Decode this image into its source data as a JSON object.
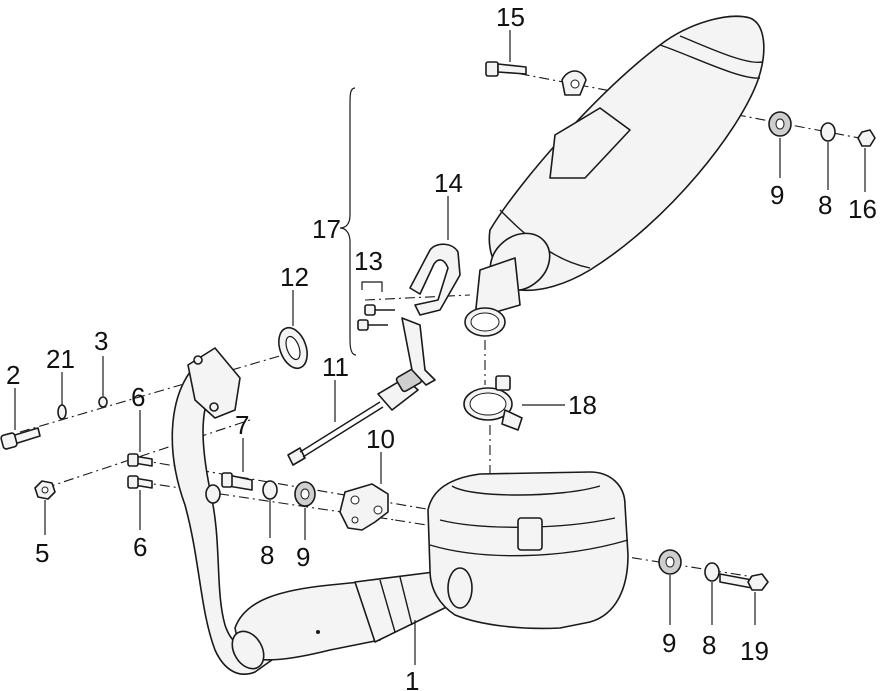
{
  "callouts": {
    "c1": "1",
    "c2": "2",
    "c3": "3",
    "c5": "5",
    "c6a": "6",
    "c6b": "6",
    "c7": "7",
    "c8a": "8",
    "c8b": "8",
    "c8c": "8",
    "c9a": "9",
    "c9b": "9",
    "c9c": "9",
    "c10": "10",
    "c11": "11",
    "c12": "12",
    "c13": "13",
    "c14": "14",
    "c15": "15",
    "c16": "16",
    "c17": "17",
    "c18": "18",
    "c19": "19",
    "c21": "21"
  }
}
